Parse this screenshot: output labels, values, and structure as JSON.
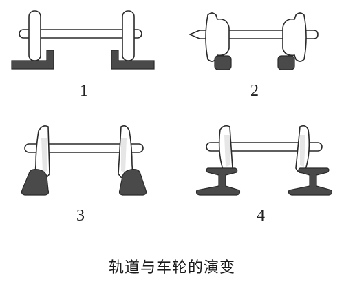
{
  "figure": {
    "caption": "轨道与车轮的演变",
    "stages": [
      {
        "label": "1"
      },
      {
        "label": "2"
      },
      {
        "label": "3"
      },
      {
        "label": "4"
      }
    ]
  },
  "colors": {
    "rail": "#4a4a4a",
    "outline": "#2a2a2a",
    "wheel_fill": "#ffffff",
    "wheel_shade": "#e6e6e6"
  }
}
